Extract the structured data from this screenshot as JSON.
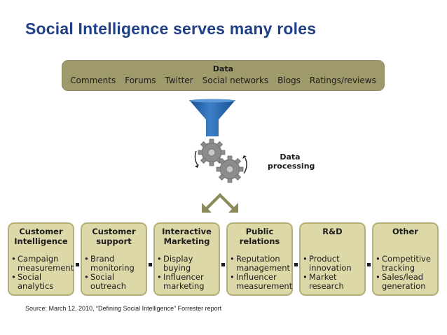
{
  "title": "Social Intelligence serves many roles",
  "data_bar": {
    "heading": "Data",
    "sources": [
      "Comments",
      "Forums",
      "Twitter",
      "Social networks",
      "Blogs",
      "Ratings/reviews"
    ]
  },
  "processing_label": "Data processing",
  "roles": [
    {
      "title": "Customer Intelligence",
      "items": [
        "Campaign measurement",
        "Social analytics"
      ]
    },
    {
      "title": "Customer support",
      "items": [
        "Brand monitoring",
        "Social outreach"
      ]
    },
    {
      "title": "Interactive Marketing",
      "items": [
        "Display buying",
        "Influencer marketing"
      ]
    },
    {
      "title": "Public relations",
      "items": [
        "Reputation management",
        "Influencer measurement"
      ]
    },
    {
      "title": "R&D",
      "items": [
        "Product innovation",
        "Market research"
      ]
    },
    {
      "title": "Other",
      "items": [
        "Competitive tracking",
        "Sales/lead generation"
      ]
    }
  ],
  "source_note": "Source: March 12, 2010, “Defining Social Intelligence” Forrester report",
  "colors": {
    "title": "#1f3f86",
    "data_bar": "#9e9a6b",
    "role_box": "#ddd8a8",
    "funnel": "#1f5fa8",
    "arrows": "#8a8a5a",
    "gears": "#8c8c8c"
  }
}
